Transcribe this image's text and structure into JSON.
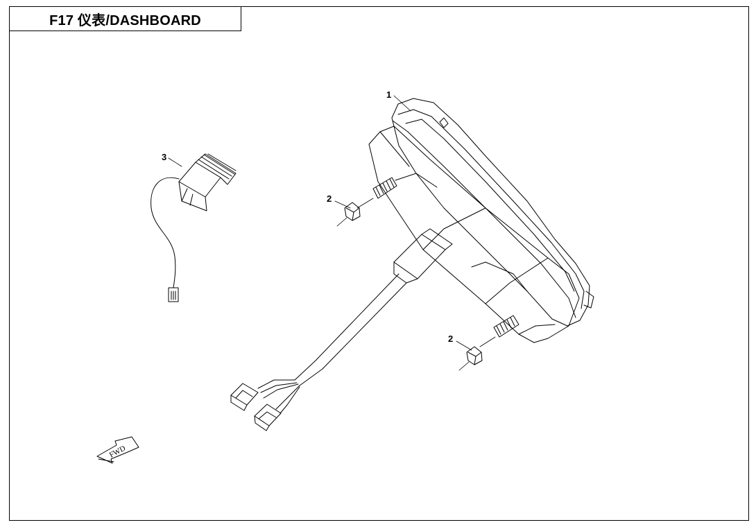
{
  "title": "F17 仪表/DASHBOARD",
  "callouts": {
    "dashboard": "1",
    "nut_upper": "2",
    "nut_lower": "2",
    "sensor": "3"
  },
  "direction_arrow": "FWD",
  "colors": {
    "line": "#000000",
    "background": "#ffffff"
  }
}
